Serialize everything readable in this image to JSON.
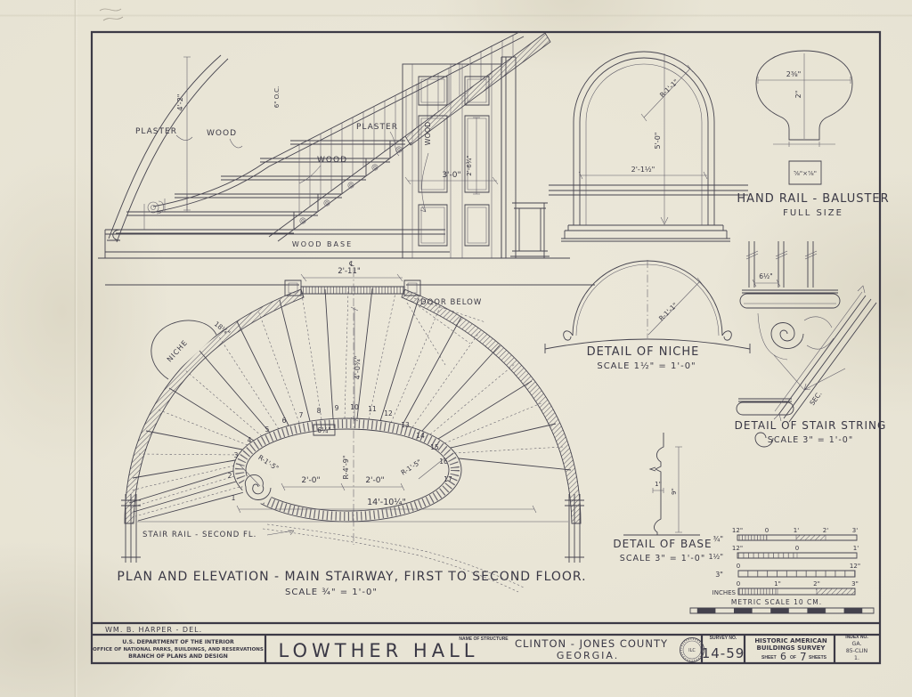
{
  "colors": {
    "ink": "#46444f",
    "paper": "#e9e5d6"
  },
  "annotations": {
    "plaster_left": "PLASTER",
    "wood_steps": "WOOD",
    "plaster_right": "PLASTER",
    "wood_string": "WOOD",
    "wood_door": "WOOD",
    "wood_base": "WOOD BASE",
    "baluster_spacing": "6\" O.C.",
    "dim_rail_height": "4'-2\"",
    "dim_door_width": "3'-0\"",
    "dim_door_panel": "2'-6¾\""
  },
  "niche_elevation": {
    "dim_radius": "R-1'-1\"",
    "dim_height": "5'-0\"",
    "dim_width": "2'-1½\""
  },
  "handrail_detail": {
    "title": "HAND RAIL - BALUSTER",
    "subtitle": "FULL SIZE",
    "dim_width": "2⅜\"",
    "dim_height": "2\"",
    "baluster_section": "⅝\"×⅞\""
  },
  "niche_detail": {
    "title": "DETAIL OF NICHE",
    "scale": "SCALE 1½\" = 1'-0\"",
    "dim_radius": "R-1'-1\""
  },
  "string_detail": {
    "title": "DETAIL OF STAIR STRING",
    "scale": "SCALE 3\" = 1'-0\"",
    "dim_spacing": "6½\"",
    "section_label": "SEC."
  },
  "plan": {
    "label_niche": "NICHE",
    "label_door_below": "DOOR BELOW",
    "label_stair_rail": "STAIR RAIL - SECOND FL.",
    "centerline_symbol": "℄",
    "dim_door": "2'-11\"",
    "dim_wall": "18¼\"",
    "dim_run": "4'-0¾\"",
    "dim_radius_center": "R-4'-9\"",
    "dim_left": "2'-0\"",
    "dim_right": "2'-0\"",
    "dim_radius_left": "R-1'-5\"",
    "dim_radius_right": "R-1'-5\"",
    "dim_overall": "14'-10¼\"",
    "dim_tread": "6¼\"",
    "tread_numbers": [
      "1",
      "2",
      "3",
      "4",
      "5",
      "6",
      "7",
      "8",
      "9",
      "10",
      "11",
      "12",
      "13",
      "14",
      "15",
      "16",
      "17"
    ]
  },
  "caption": {
    "title": "PLAN AND ELEVATION - MAIN STAIRWAY, FIRST TO SECOND FLOOR.",
    "scale": "SCALE ¾\" = 1'-0\""
  },
  "base_detail": {
    "title": "DETAIL OF BASE",
    "scale": "SCALE 3\" = 1'-0\"",
    "dim_width": "1\"",
    "dim_height": "9\""
  },
  "scale_bars": {
    "bar1_label": "¾\"",
    "bar1_ticks": [
      "12\"",
      "0",
      "1'",
      "2'",
      "3'"
    ],
    "bar2_label": "1½\"",
    "bar2_ticks": [
      "12\"",
      "0",
      "1'"
    ],
    "bar3_label": "3\"",
    "bar3_ticks": [
      "0",
      "12\""
    ],
    "bar4_label": "INCHES",
    "bar4_ticks": [
      "0",
      "1\"",
      "2\"",
      "3\""
    ],
    "metric_label": "METRIC SCALE 10 CM."
  },
  "title_block": {
    "delineator": "WM. B. HARPER - DEL.",
    "agency1": "U.S. DEPARTMENT OF THE INTERIOR",
    "agency2": "OFFICE OF NATIONAL PARKS, BUILDINGS, AND RESERVATIONS",
    "agency3": "BRANCH OF PLANS AND DESIGN",
    "structure_label": "NAME OF STRUCTURE",
    "structure_name": "LOWTHER HALL",
    "location1": "CLINTON - JONES COUNTY",
    "location2": "GEORGIA.",
    "stamp_text": "ILC",
    "survey_label": "SURVEY NO.",
    "survey_no": "14-59",
    "habs1": "HISTORIC AMERICAN",
    "habs2": "BUILDINGS SURVEY",
    "sheet_word": "SHEET",
    "sheet_no": "6",
    "of_word": "OF",
    "sheet_total": "7",
    "sheets_word": "SHEETS",
    "index_label": "INDEX NO.",
    "index1": "GA.",
    "index2": "85-CLIN",
    "index3": "1."
  }
}
